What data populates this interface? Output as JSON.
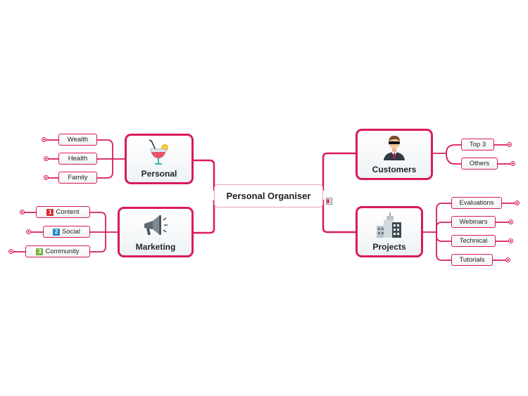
{
  "central": {
    "label": "Personal Organiser"
  },
  "branches": {
    "personal": {
      "label": "Personal",
      "icon": "cocktail-icon"
    },
    "marketing": {
      "label": "Marketing",
      "icon": "megaphone-icon"
    },
    "customers": {
      "label": "Customers",
      "icon": "businessman-icon"
    },
    "projects": {
      "label": "Projects",
      "icon": "buildings-icon"
    }
  },
  "personal_items": [
    "Wealth",
    "Health",
    "Family"
  ],
  "marketing_items": [
    {
      "badge": "1",
      "label": "Content",
      "badge_color": "#d32f2f"
    },
    {
      "badge": "2",
      "label": "Social",
      "badge_color": "#1e88c8"
    },
    {
      "badge": "3",
      "label": "Community",
      "badge_color": "#7cb342"
    }
  ],
  "customers_items": [
    "Top 3",
    "Others"
  ],
  "projects_items": [
    "Evaluations",
    "Webinars",
    "Technical",
    "Tutorials"
  ],
  "colors": {
    "accent": "#d81b5a",
    "central_border": "#e8a0b4"
  }
}
